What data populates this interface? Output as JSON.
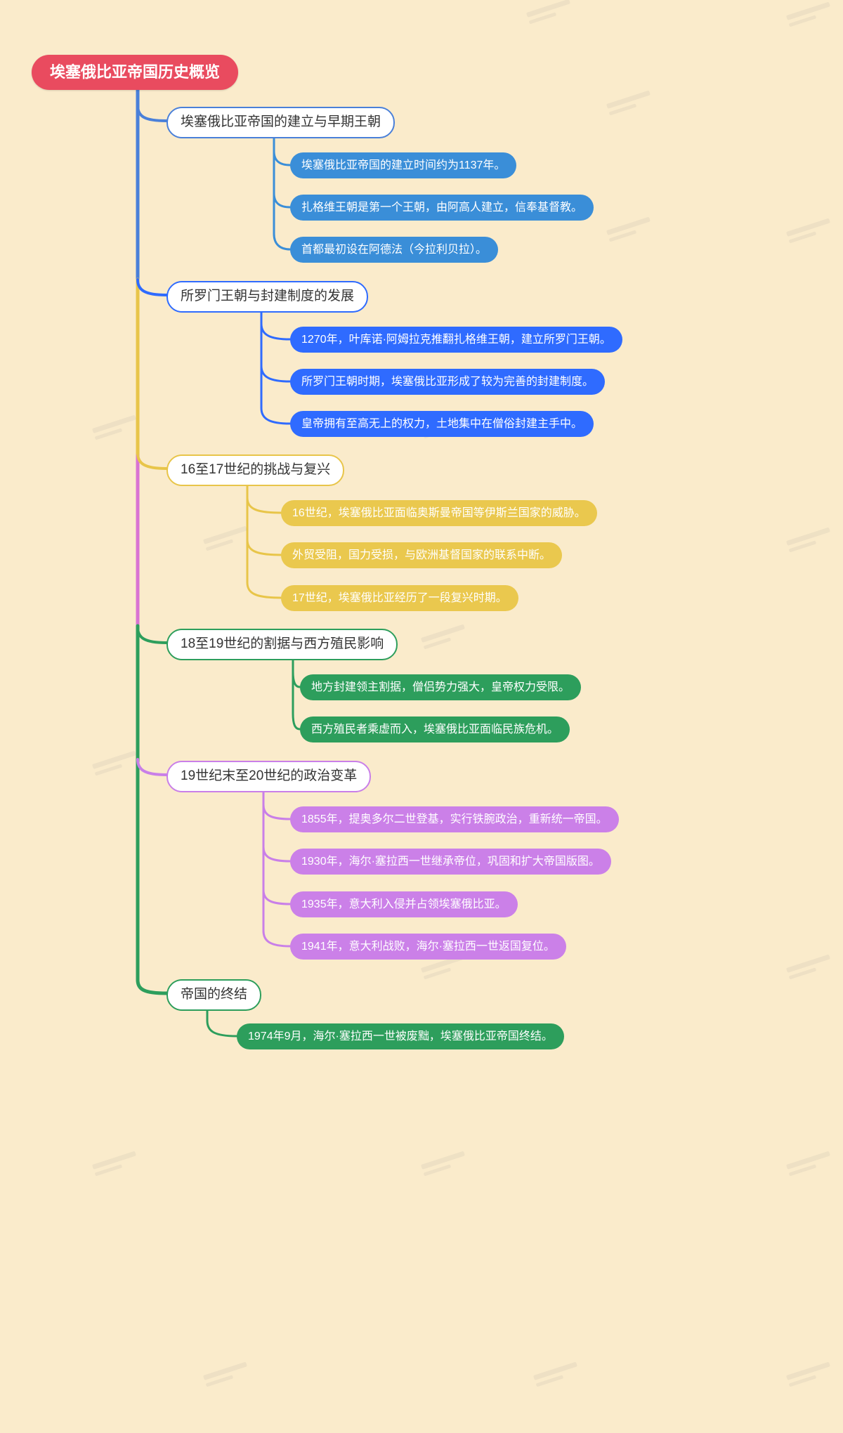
{
  "title": "埃塞俄比亚帝国历史概览思维导图",
  "palette": {
    "background": "#faebcb",
    "root_red": "#e94b5f",
    "branch1_blue": "#4a80d9",
    "branch1_child_blue": "#3a8ed8",
    "branch2_blue": "#2f6bff",
    "branch3_yellow": "#e8c549",
    "branch4_green": "#2d9e5c",
    "branch5_purple": "#c97fe8",
    "trunk_magenta": "#d973d3"
  },
  "root": {
    "label": "埃塞俄比亚帝国历史概览"
  },
  "branches": [
    {
      "label": "埃塞俄比亚帝国的建立与早期王朝",
      "children": [
        "埃塞俄比亚帝国的建立时间约为1137年。",
        "扎格维王朝是第一个王朝，由阿高人建立，信奉基督教。",
        "首都最初设在阿德法（今拉利贝拉）。"
      ]
    },
    {
      "label": "所罗门王朝与封建制度的发展",
      "children": [
        "1270年，叶库诺·阿姆拉克推翻扎格维王朝，建立所罗门王朝。",
        "所罗门王朝时期，埃塞俄比亚形成了较为完善的封建制度。",
        "皇帝拥有至高无上的权力，土地集中在僧俗封建主手中。"
      ]
    },
    {
      "label": "16至17世纪的挑战与复兴",
      "children": [
        "16世纪，埃塞俄比亚面临奥斯曼帝国等伊斯兰国家的威胁。",
        "外贸受阻，国力受损，与欧洲基督国家的联系中断。",
        "17世纪，埃塞俄比亚经历了一段复兴时期。"
      ]
    },
    {
      "label": "18至19世纪的割据与西方殖民影响",
      "children": [
        "地方封建领主割据，僧侣势力强大，皇帝权力受限。",
        "西方殖民者乘虚而入，埃塞俄比亚面临民族危机。"
      ]
    },
    {
      "label": "19世纪末至20世纪的政治变革",
      "children": [
        "1855年，提奥多尔二世登基，实行铁腕政治，重新统一帝国。",
        "1930年，海尔·塞拉西一世继承帝位，巩固和扩大帝国版图。",
        "1935年，意大利入侵并占领埃塞俄比亚。",
        "1941年，意大利战败，海尔·塞拉西一世返国复位。"
      ]
    },
    {
      "label": "帝国的终结",
      "children": [
        "1974年9月，海尔·塞拉西一世被废黜，埃塞俄比亚帝国终结。"
      ]
    }
  ]
}
